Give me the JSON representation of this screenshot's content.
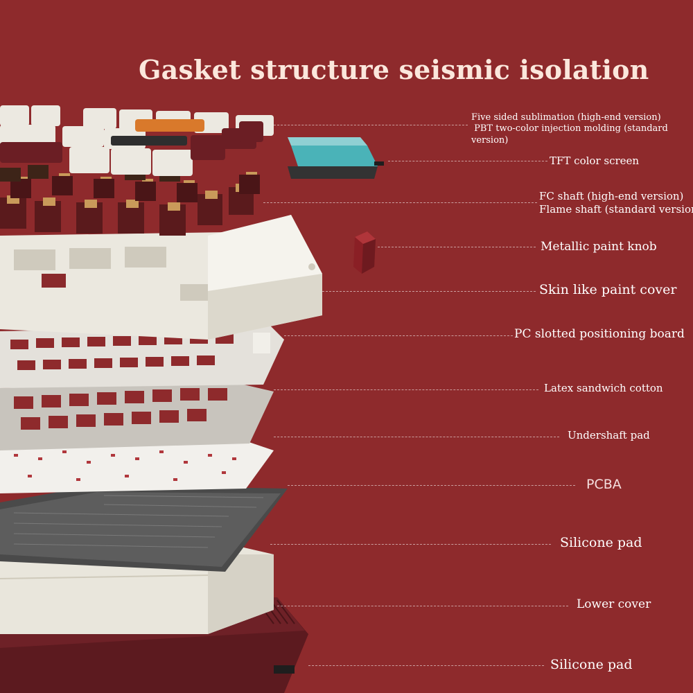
{
  "title": "Gasket structure seismic isolation",
  "colors": {
    "background": "#8e2a2c",
    "keycap_cream": "#ece9e1",
    "keycap_maroon": "#6b1e24",
    "keycap_orange": "#d9792b",
    "switch_tan": "#c99a5a",
    "switch_base": "#5a1a1c",
    "case_cream": "#e8e4d8",
    "plate_gray": "#c9c6c0",
    "pcb_dark": "#3a3a3a",
    "screen_teal": "#4ab3b8"
  },
  "labels": [
    {
      "id": "sublimation",
      "lines": [
        "Five sided sublimation (high-end version)",
        " PBT two-color injection molding (standard",
        "version)"
      ]
    },
    {
      "id": "tft-screen",
      "lines": [
        "TFT color screen"
      ]
    },
    {
      "id": "shaft",
      "lines": [
        "FC shaft (high-end version)",
        "Flame shaft (standard version)"
      ]
    },
    {
      "id": "knob",
      "lines": [
        "Metallic paint knob"
      ]
    },
    {
      "id": "cover",
      "lines": [
        "Skin like paint cover"
      ]
    },
    {
      "id": "positioning-board",
      "lines": [
        "PC slotted positioning board"
      ]
    },
    {
      "id": "sandwich-cotton",
      "lines": [
        "Latex sandwich cotton"
      ]
    },
    {
      "id": "undershaft-pad",
      "lines": [
        "Undershaft pad"
      ]
    },
    {
      "id": "pcba",
      "lines": [
        "PCBA"
      ]
    },
    {
      "id": "silicone-pad-1",
      "lines": [
        "Silicone pad"
      ]
    },
    {
      "id": "lower-cover",
      "lines": [
        "Lower cover"
      ]
    },
    {
      "id": "silicone-pad-2",
      "lines": [
        "Silicone pad"
      ]
    }
  ]
}
